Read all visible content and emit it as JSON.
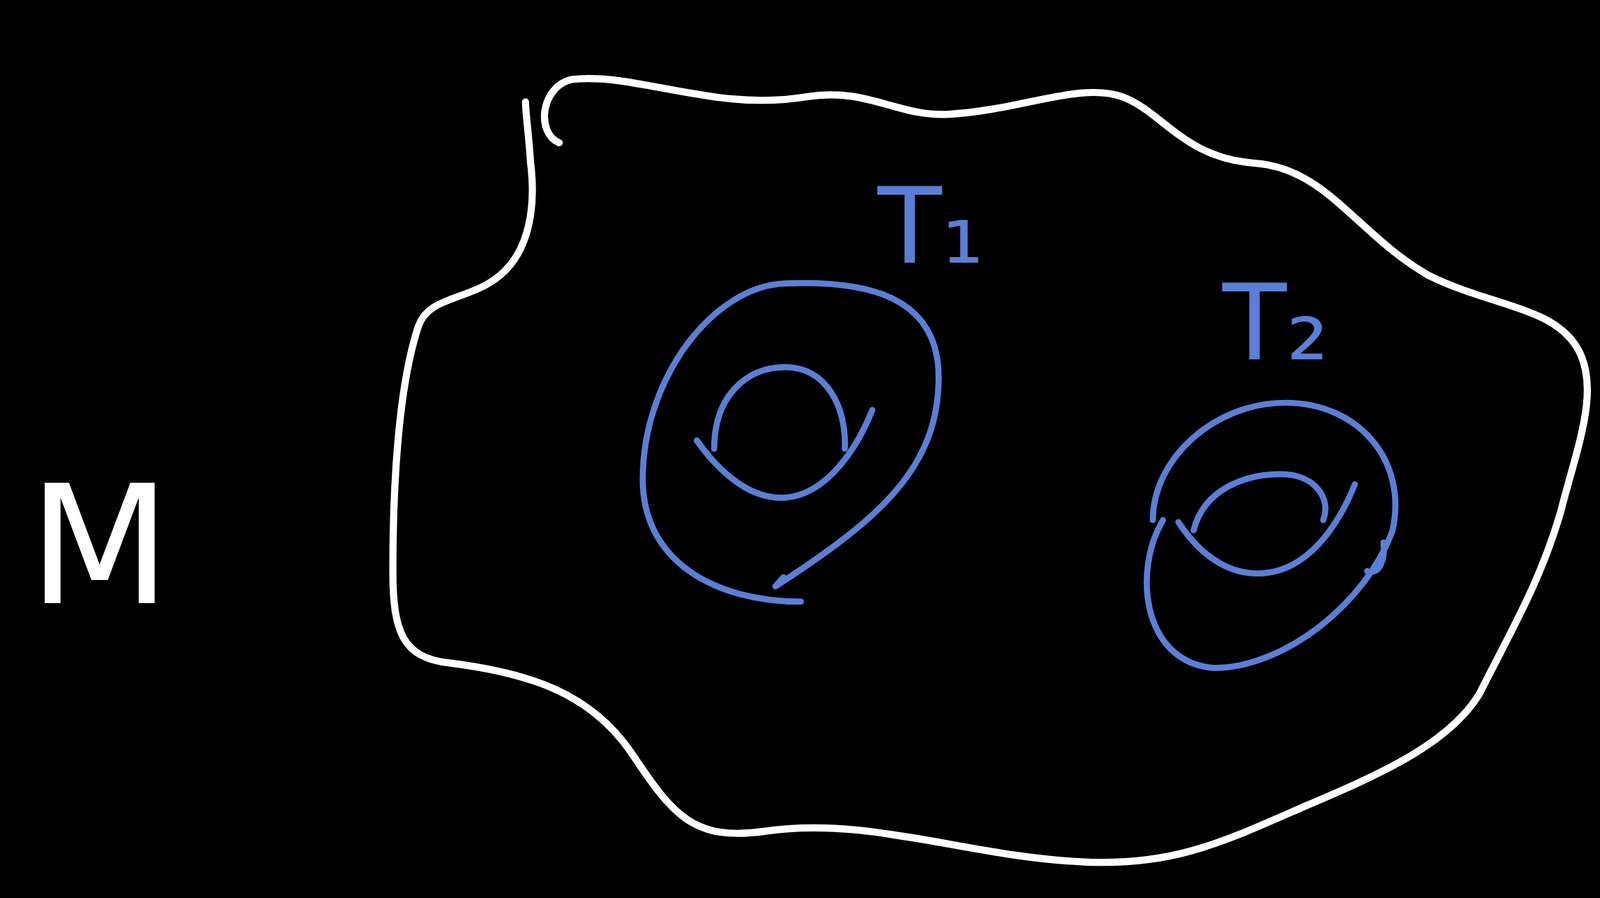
{
  "diagram": {
    "nodes": [
      {
        "text": [
          "M"
        ]
      },
      {
        "text": [
          "T₁"
        ],
        "in": 0
      },
      {
        "text": [
          "T₂"
        ],
        "in": 0
      }
    ]
  }
}
